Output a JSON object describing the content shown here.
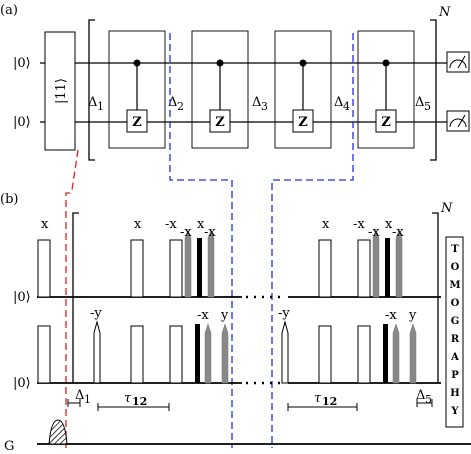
{
  "panel_a": {
    "label": "(a)",
    "inputs": [
      "|0⟩",
      "|0⟩"
    ],
    "init_gate": "|11⟩",
    "delays": [
      "Δ",
      "Δ",
      "Δ",
      "Δ",
      "Δ"
    ],
    "delay_subscripts": [
      "1",
      "2",
      "3",
      "4",
      "5"
    ],
    "cz_gate_label": "Z",
    "cz_gate_count": 4,
    "repeat_label": "N",
    "measurement_count": 2
  },
  "panel_b": {
    "label": "(b)",
    "line_labels": [
      "|0⟩",
      "|0⟩",
      "G"
    ],
    "pulse_labels_top": [
      "x",
      "x",
      "-x",
      "-x",
      "x",
      "-x",
      "x",
      "-x",
      "-x",
      "x",
      "-x"
    ],
    "pulse_labels_mid": [
      "-y",
      "-x",
      "y",
      "-y",
      "-x",
      "y"
    ],
    "tau_label": "τ",
    "tau_subscript": "12",
    "delay_left": "Δ",
    "delay_left_sub": "1",
    "delay_right": "Δ",
    "delay_right_sub": "5",
    "repeat_label": "N",
    "tomography_letters": [
      "T",
      "O",
      "M",
      "O",
      "G",
      "R",
      "A",
      "P",
      "H",
      "Y"
    ]
  }
}
